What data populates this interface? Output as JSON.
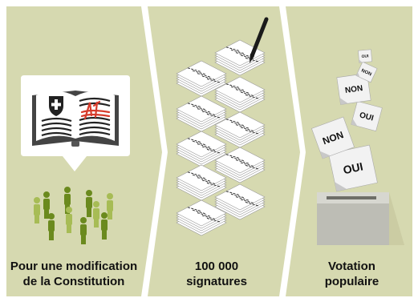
{
  "panel_color": "#d6d9b0",
  "steps": [
    {
      "label_line1": "Pour une modification",
      "label_line2": "de la Constitution",
      "icons": [
        "constitution-book-icon",
        "people-group-icon"
      ]
    },
    {
      "label_line1": "100 000",
      "label_line2": "signatures",
      "icons": [
        "signature-sheets-stack-icon",
        "pen-icon"
      ]
    },
    {
      "label_line1": "Votation",
      "label_line2": "populaire",
      "icons": [
        "ballot-box-icon"
      ]
    }
  ],
  "ballots": [
    "OUI",
    "NON",
    "OUI",
    "NON",
    "NON",
    "OUI"
  ],
  "colors": {
    "person_dark": "#6b8a1e",
    "person_light": "#a7bc55",
    "ballot_box": "#bdbdb5",
    "book_red": "#d63b2b"
  }
}
